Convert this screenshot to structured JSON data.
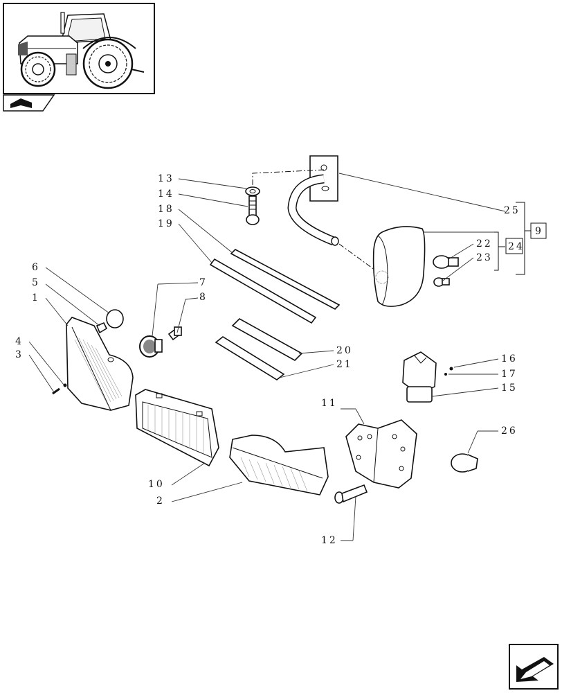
{
  "callouts": {
    "c1": "1",
    "c2": "2",
    "c3": "3",
    "c4": "4",
    "c5": "5",
    "c6": "6",
    "c7": "7",
    "c8": "8",
    "c9": "9",
    "c10": "10",
    "c11": "11",
    "c12": "12",
    "c13": "13",
    "c14": "14",
    "c15": "15",
    "c16": "16",
    "c17": "17",
    "c18": "18",
    "c19": "19",
    "c20": "20",
    "c21": "21",
    "c22": "22",
    "c23": "23",
    "c24": "24",
    "c25": "25",
    "c26": "26"
  },
  "icons": {
    "thumbnail": "tractor-thumbnail-icon",
    "catalog_tab": "catalog-book-icon",
    "next_page": "next-page-arrow-icon"
  }
}
